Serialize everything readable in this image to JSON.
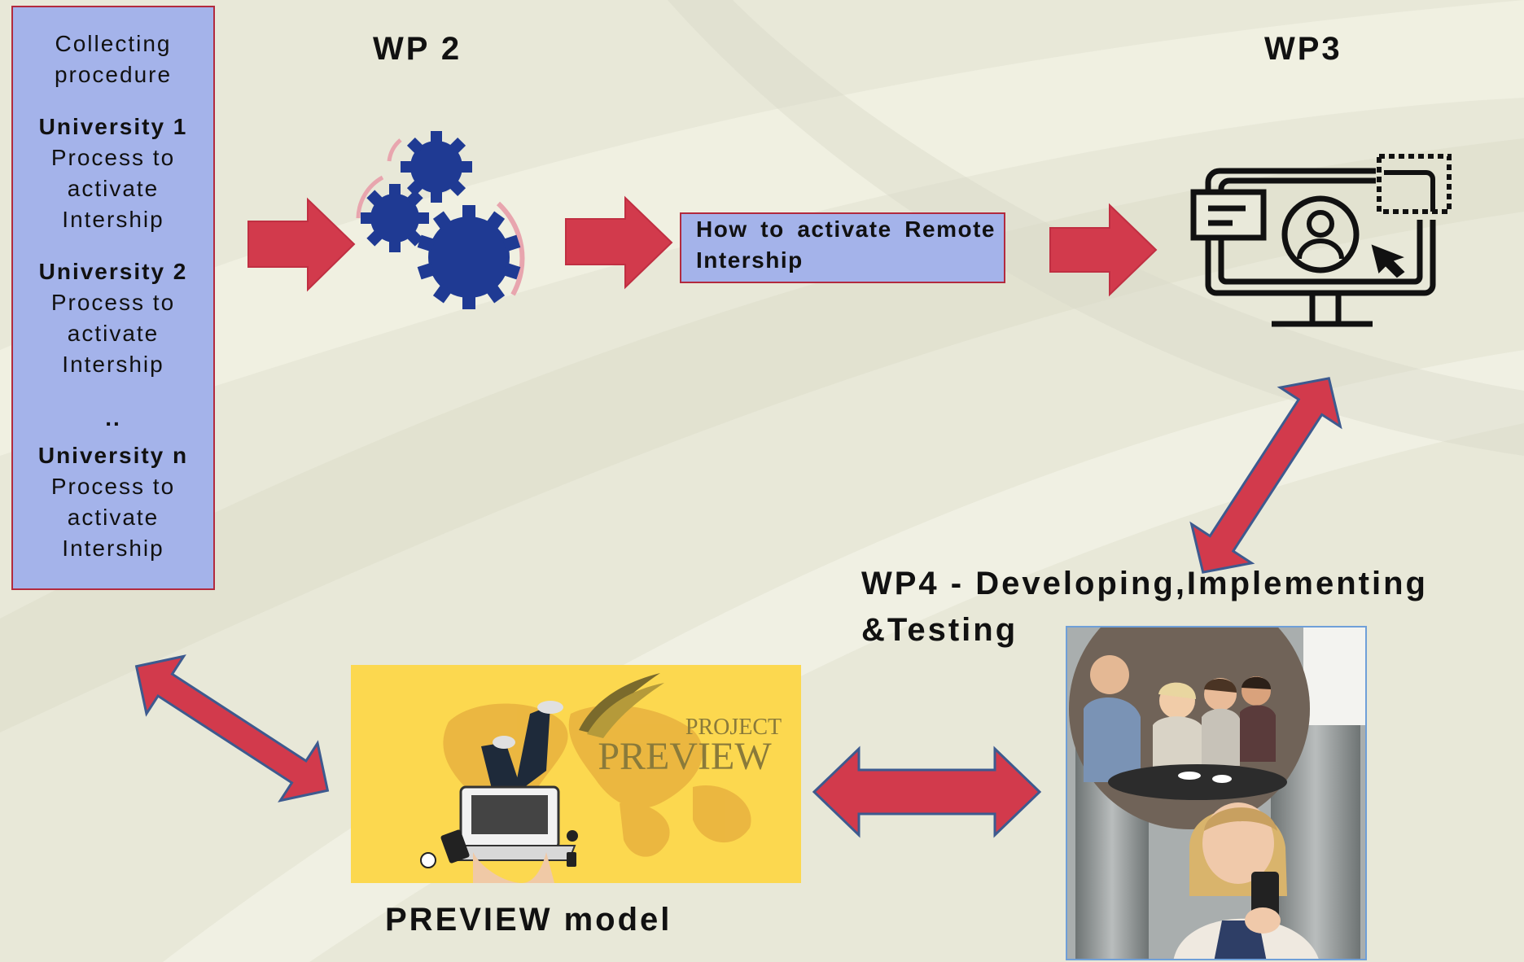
{
  "left_panel": {
    "header": "Collecting procedure",
    "universities": [
      {
        "name": "University 1",
        "desc": "Process to activate Intership"
      },
      {
        "name": "University 2",
        "desc": "Process to activate Intership"
      },
      {
        "name": "University n",
        "desc": "Process to activate Intership"
      }
    ],
    "ellipsis": ".."
  },
  "wp2": {
    "title": "WP 2",
    "output_label": "How to activate Remote Intership"
  },
  "wp3": {
    "title": "WP3"
  },
  "wp4": {
    "title_line1": "WP4 - Developing,Implementing",
    "title_line2": "&Testing"
  },
  "preview": {
    "logo_line1": "PROJECT",
    "logo_line2": "PREVIEW",
    "caption": "PREVIEW model"
  },
  "icons": [
    "gears-icon",
    "monitor-user-icon",
    "arrow-right-icon",
    "double-arrow-icon"
  ],
  "colors": {
    "panel_fill": "#a4b3ea",
    "panel_border": "#b22a3e",
    "arrow_fill": "#d23a4c",
    "arrow_stroke": "#3d5a8f",
    "gear_fill": "#1f3a93",
    "banner_fill": "#fcd84f"
  }
}
